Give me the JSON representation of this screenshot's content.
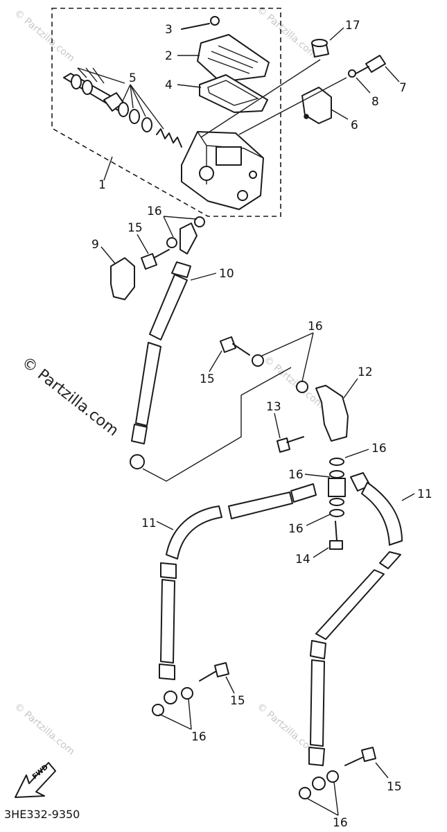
{
  "diagram_code": "3HE332-9350",
  "watermark": "© Partzilla.com",
  "fwd_label": "FWD",
  "callouts": {
    "c1": "1",
    "c2": "2",
    "c3": "3",
    "c4": "4",
    "c5": "5",
    "c6": "6",
    "c7": "7",
    "c8": "8",
    "c9": "9",
    "c10": "10",
    "c11a": "11",
    "c11b": "11",
    "c12": "12",
    "c13": "13",
    "c14": "14",
    "c15a": "15",
    "c15b": "15",
    "c15c": "15",
    "c15d": "15",
    "c16a": "16",
    "c16b": "16",
    "c16c": "16",
    "c16d": "16",
    "c16e": "16",
    "c16f": "16",
    "c16g": "16",
    "c17": "17"
  }
}
